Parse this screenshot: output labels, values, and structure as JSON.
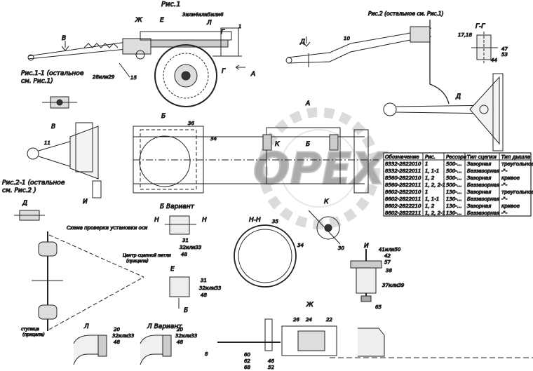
{
  "watermark": "ОРЕХ",
  "captions": {
    "fig1": "Рис.1",
    "fig1_1a": "Рис.1-1 (остальное",
    "fig1_1b": "см. Рис.1)",
    "fig2": "Рис.2 (остальное см. Рис.1)",
    "fig2_1a": "Рис.2-1 (остальное",
    "fig2_1b": "см. Рис.2 )",
    "axle_check": "Схема проверки установки оси",
    "hitch_center_a": "Центр сцепной петли",
    "hitch_center_b": "(прицепа)",
    "hub_center_a": "ступица",
    "hub_center_b": "(прицепа)",
    "variant_b": "Б Вариант",
    "variant_l": "Л Вариант"
  },
  "view_letters": {
    "V_top": "В",
    "ZH_top": "Ж",
    "E_top": "Е",
    "L_top": "Л",
    "G_top": "Г",
    "G_low": "Г",
    "A_top": "А",
    "D_top": "Д",
    "GG": "Г-Г",
    "D_right": "Д",
    "B_mid": "Б",
    "A_mid": "А",
    "K_mid": "К",
    "B_mid2": "Б",
    "V_mid": "В",
    "D_left": "Д",
    "I_mid": "И",
    "K_right": "К",
    "H_left": "Н",
    "H_right": "Н",
    "HH": "Н-Н",
    "E_low": "Е",
    "B_low": "Б",
    "I_right": "И",
    "ZH_low": "Ж",
    "L_low": "Л"
  },
  "callouts": {
    "c_3_4_5_6": "3или4или5или6",
    "c_1": "1",
    "c_28_29": "28или29",
    "c_15": "15",
    "c_10": "10",
    "c_17_18": "17,18",
    "c_47": "47",
    "c_53": "53",
    "c_44": "44",
    "c_36": "36",
    "c_34": "34",
    "c_11": "11",
    "c_35": "35",
    "c_34b": "34",
    "c_30": "30",
    "c_31": "31",
    "c_32_33": "32или33",
    "c_48": "48",
    "c_31b": "31",
    "c_32_33b": "32или33",
    "c_48b": "48",
    "c_41_50": "41или50",
    "c_42": "42",
    "c_57": "57",
    "c_38": "38",
    "c_37_39": "37или39",
    "c_65": "65",
    "c_20": "20",
    "c_32_33c": "32или33",
    "c_48c": "48",
    "c_20b": "20",
    "c_32_33d": "32или33",
    "c_48d": "48",
    "c_8": "8",
    "c_60": "60",
    "c_62": "62",
    "c_68": "68",
    "c_46": "46",
    "c_52": "52",
    "c_26": "26",
    "c_24": "24",
    "c_22": "22"
  },
  "table": {
    "headers": [
      "Обозначение",
      "Рис.",
      "Рессора",
      "Тип сцепки",
      "Тип дышла"
    ],
    "rows": [
      [
        "8332-2822010",
        "1",
        "500-...",
        "Зазорная",
        "треугольное"
      ],
      [
        "8332-2822011",
        "1, 1-1",
        "500-...",
        "Беззазорная",
        "-\"-"
      ],
      [
        "8560-2822010",
        "1, 2",
        "500-...",
        "Зазорная",
        "кривое"
      ],
      [
        "8560-2822011",
        "1, 2, 2-1",
        "500-...",
        "Беззазорная",
        "-\"-"
      ],
      [
        "8602-2822010",
        "1",
        "130-...",
        "Зазорная",
        "треугольное"
      ],
      [
        "8602-2822011",
        "1, 1-1",
        "130-...",
        "Беззазорная",
        "-\"-"
      ],
      [
        "8602-2822210",
        "1, 2",
        "130-...",
        "Зазорная",
        "кривое"
      ],
      [
        "8602-2822211",
        "1, 2, 2-1",
        "130-...",
        "Беззазорная",
        "-\"-"
      ]
    ]
  }
}
